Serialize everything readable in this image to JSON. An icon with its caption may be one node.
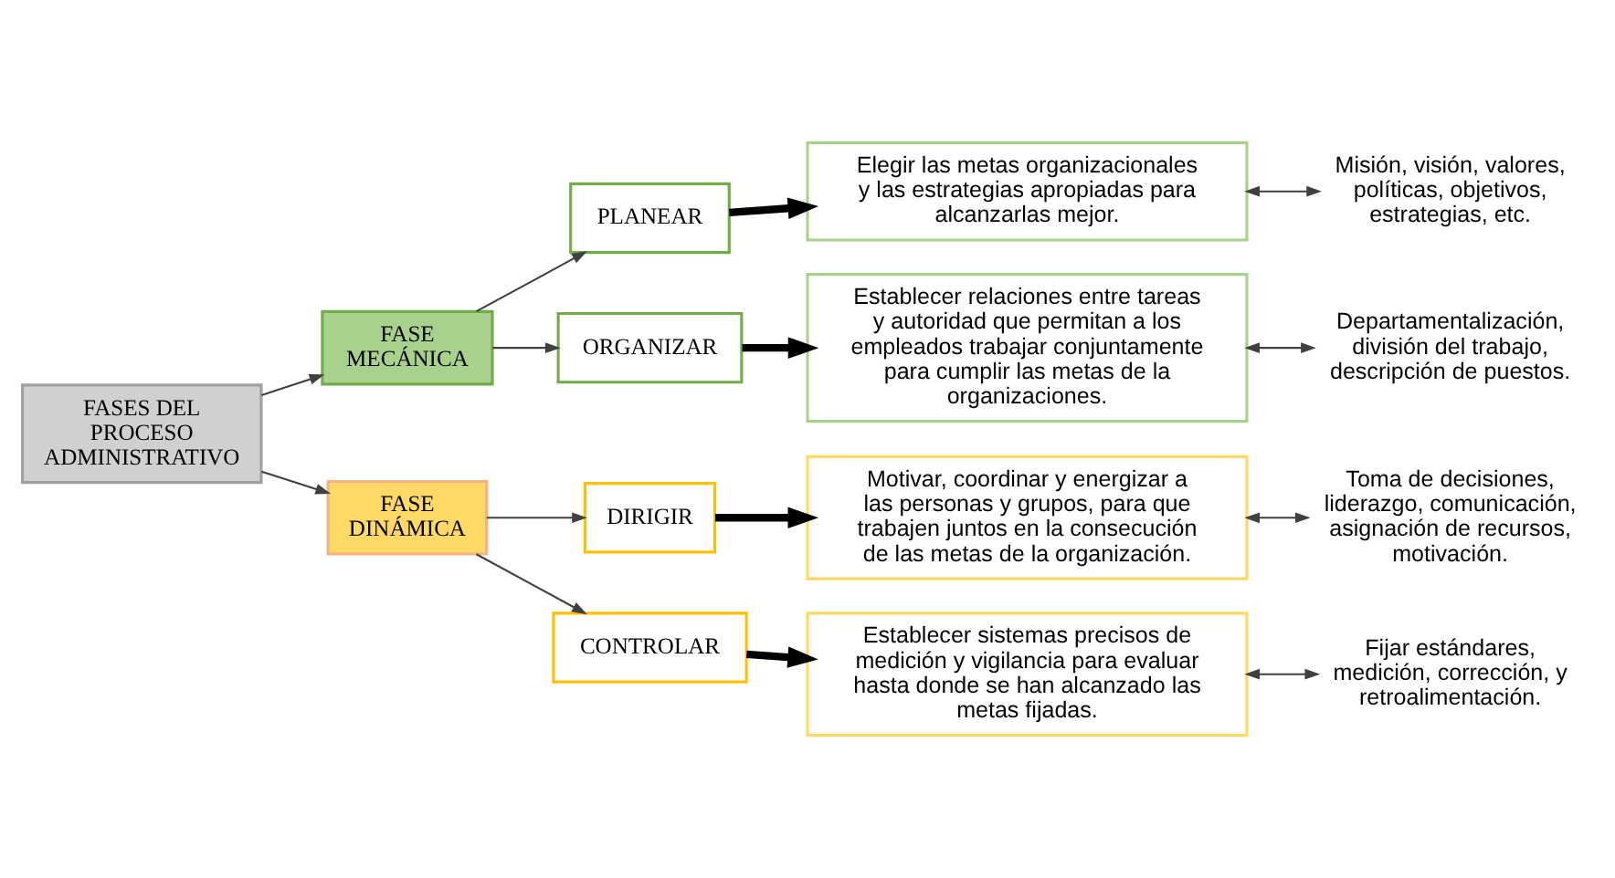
{
  "diagram": {
    "nodes": [
      {
        "text": [
          "FASES DEL PROCESO ADMINISTRATIVO"
        ]
      },
      {
        "text": [
          "FASE MECÁNICA"
        ]
      },
      {
        "text": [
          "FASE DINÁMICA"
        ]
      },
      {
        "text": [
          "PLANEAR"
        ]
      },
      {
        "text": [
          "Elegir las metas organizacionales y las estrategias apropiadas para alcanzarlas mejor."
        ]
      },
      {
        "text": [
          "Misión, visión, valores, políticas, objetivos, estrategias, etc."
        ]
      },
      {
        "text": [
          "ORGANIZAR"
        ]
      },
      {
        "text": [
          "Establecer relaciones entre tareas y autoridad que permitan a los empleados trabajar conjuntamente para cumplir las metas de la organizaciones."
        ]
      },
      {
        "text": [
          "Departamentalización, división del trabajo, descripción de puestos."
        ]
      },
      {
        "text": [
          "DIRIGIR"
        ]
      },
      {
        "text": [
          "Motivar, coordinar y energizar a las personas y grupos, para que trabajen juntos en la consecución de las metas de la organización."
        ]
      },
      {
        "text": [
          "Toma de decisiones, liderazgo, comunicación, asignación de recursos, motivación."
        ]
      },
      {
        "text": [
          "CONTROLAR"
        ]
      },
      {
        "text": [
          "Establecer sistemas precisos de medición y vigilancia para evaluar hasta donde se han alcanzado las metas fijadas."
        ]
      },
      {
        "text": [
          "Fijar estándares, medición, corrección, y retroalimentación."
        ]
      }
    ],
    "edges": [
      {
        "from": 0,
        "to": 1,
        "arrow": "to"
      },
      {
        "from": 0,
        "to": 2,
        "arrow": "to"
      },
      {
        "from": 1,
        "to": 3,
        "arrow": "to"
      },
      {
        "from": 1,
        "to": 6,
        "arrow": "to"
      },
      {
        "from": 2,
        "to": 9,
        "arrow": "to"
      },
      {
        "from": 2,
        "to": 12,
        "arrow": "to"
      },
      {
        "from": 3,
        "to": 4,
        "arrow": "to",
        "style": "thick"
      },
      {
        "from": 6,
        "to": 7,
        "arrow": "to",
        "style": "thick"
      },
      {
        "from": 9,
        "to": 10,
        "arrow": "to",
        "style": "thick"
      },
      {
        "from": 12,
        "to": 13,
        "arrow": "to",
        "style": "thick"
      },
      {
        "from": 4,
        "to": 5,
        "arrow": "both"
      },
      {
        "from": 7,
        "to": 8,
        "arrow": "both"
      },
      {
        "from": 10,
        "to": 11,
        "arrow": "both"
      },
      {
        "from": 13,
        "to": 14,
        "arrow": "both"
      }
    ]
  }
}
